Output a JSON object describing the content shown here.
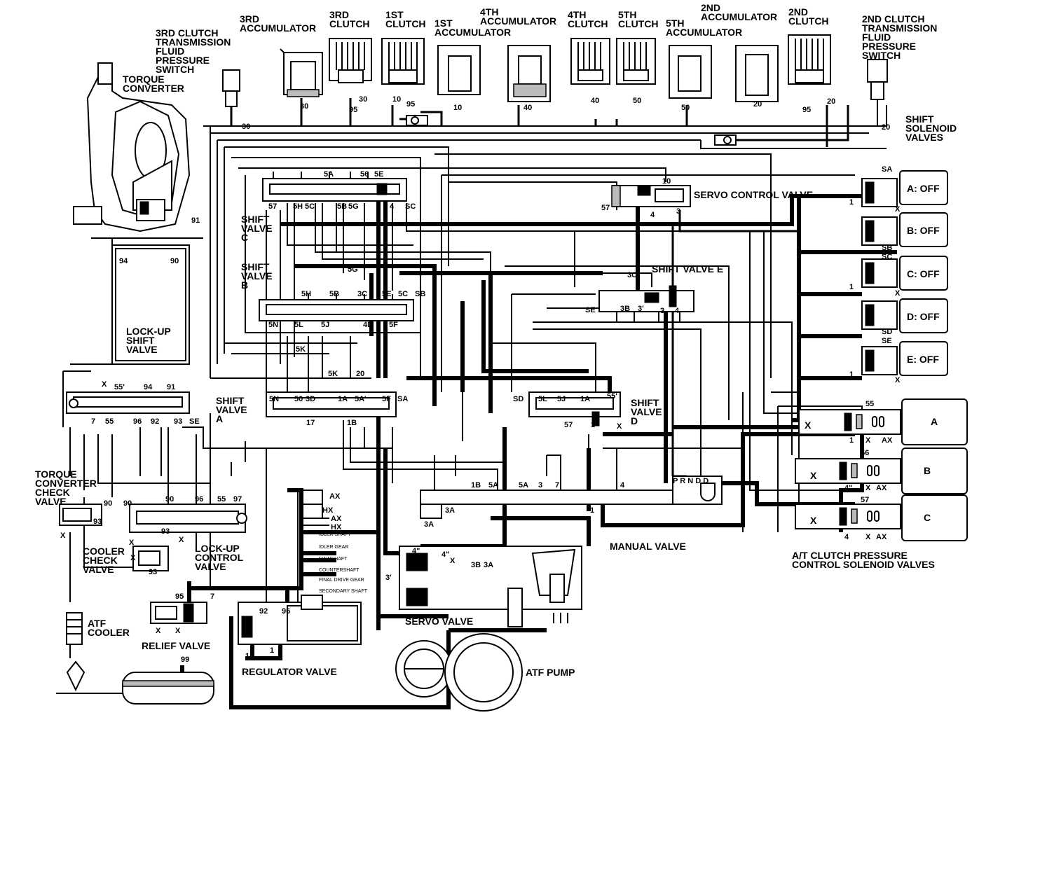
{
  "labels": {
    "torque_converter": "TORQUE CONVERTER",
    "clutch3_switch": "3RD CLUTCH TRANSMISSION FLUID PRESSURE SWITCH",
    "accum3": "3RD ACCUMULATOR",
    "clutch3": "3RD CLUTCH",
    "clutch1": "1ST CLUTCH",
    "accum1": "1ST ACCUMULATOR",
    "accum4": "4TH ACCUMULATOR",
    "clutch4": "4TH CLUTCH",
    "clutch5": "5TH CLUTCH",
    "accum5": "5TH ACCUMULATOR",
    "accum2": "2ND ACCUMULATOR",
    "clutch2": "2ND CLUTCH",
    "clutch2_switch": "2ND CLUTCH TRANSMISSION FLUID PRESSURE SWITCH",
    "shift_solenoids": "SHIFT SOLENOID VALVES",
    "servo_control": "SERVO CONTROL VALVE",
    "shift_valve_c": "SHIFT VALVE C",
    "shift_valve_b": "SHIFT VALVE B",
    "shift_valve_e": "SHIFT VALVE E",
    "lockup_shift": "LOCK-UP SHIFT VALVE",
    "shift_valve_a": "SHIFT VALVE A",
    "shift_valve_d": "SHIFT VALVE D",
    "tc_check": "TORQUE CONVERTER CHECK VALVE",
    "cooler_check": "COOLER CHECK VALVE",
    "lockup_control": "LOCK-UP CONTROL VALVE",
    "atf_cooler": "ATF COOLER",
    "relief": "RELIEF VALVE",
    "regulator": "REGULATOR VALVE",
    "servo_valve": "SERVO VALVE",
    "atf_pump": "ATF PUMP",
    "manual_valve": "MANUAL VALVE",
    "clutch_pressure_solenoids": "A/T CLUTCH PRESSURE CONTROL SOLENOID VALVES"
  },
  "solenoids": [
    {
      "label": "A: OFF"
    },
    {
      "label": "B: OFF"
    },
    {
      "label": "C: OFF"
    },
    {
      "label": "D: OFF"
    },
    {
      "label": "E: OFF"
    }
  ],
  "clutch_solenoids": [
    {
      "label": "A",
      "port": "55"
    },
    {
      "label": "B",
      "port": "56"
    },
    {
      "label": "C",
      "port": "57"
    }
  ],
  "ports": {
    "p30a": "30",
    "p30b": "30",
    "p30c": "30",
    "p95a": "95",
    "p10a": "10",
    "p10b": "10",
    "p40a": "40",
    "p40b": "40",
    "p50a": "50",
    "p50b": "50",
    "p20a": "20",
    "p20b": "20",
    "p95b": "95",
    "p95c": "95",
    "p20c": "20",
    "p91": "91",
    "p94": "94",
    "p90": "90",
    "sa": "SA",
    "sb": "SB",
    "sc": "SC",
    "sd": "SD",
    "se": "SE",
    "one": "1",
    "x": "X",
    "ax": "AX",
    "hx": "HX",
    "p99": "99",
    "p57": "57",
    "p4": "4",
    "p3": "3",
    "p10c": "10",
    "p5a": "5A",
    "p56": "56",
    "p5e": "5E",
    "p5h": "5H",
    "p5c": "5C",
    "p5b": "5B",
    "p5g": "5G",
    "p3c": "3C",
    "p5f": "5F",
    "p5n": "5N",
    "p5l": "5L",
    "p5j": "5J",
    "p4d": "4D",
    "p5k": "5K",
    "p20d": "20",
    "p55p": "55'",
    "p50c": "50",
    "p3d": "3D",
    "p1a": "1A",
    "p5ap": "5A'",
    "p1b": "1B",
    "p7": "7",
    "p55": "55",
    "p96": "96",
    "p92": "92",
    "p93": "93",
    "p97": "97",
    "p3p": "3'",
    "p3b": "3B",
    "p4pp": "4\"",
    "p3a": "3A",
    "p5d": "5D",
    "p17": "17"
  },
  "shaft_labels": [
    "IDLER SHAFT",
    "IDLER GEAR",
    "MAINSHAFT",
    "COUNTERSHAFT",
    "FINAL DRIVE GEAR",
    "SECONDARY SHAFT"
  ],
  "manual_positions": "P R N D D"
}
